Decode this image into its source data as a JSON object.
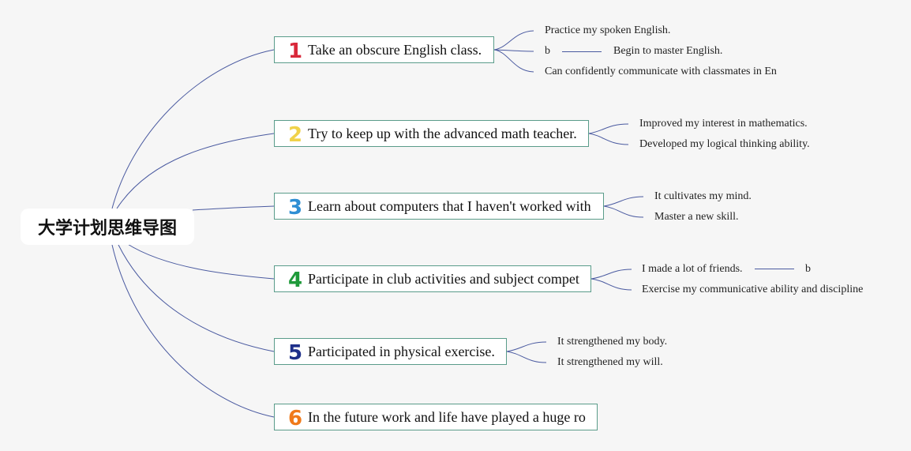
{
  "root": {
    "label": "大学计划思维导图"
  },
  "topics": [
    {
      "label": "Take an obscure English class.",
      "number": "1",
      "color": "#d9283a",
      "leaves": [
        "Practice my spoken English.",
        "b",
        "Begin to master English.",
        "Can confidently communicate with classmates in En"
      ]
    },
    {
      "label": "Try to keep up with the advanced math teacher.",
      "number": "2",
      "color": "#f0d24a",
      "leaves": [
        "Improved my interest in mathematics.",
        "Developed my logical thinking ability."
      ]
    },
    {
      "label": "Learn about computers that I haven't worked with",
      "number": "3",
      "color": "#2f8fd4",
      "leaves": [
        "It cultivates my mind.",
        "Master a new skill."
      ]
    },
    {
      "label": "Participate in club activities and subject compet",
      "number": "4",
      "color": "#1f9a3a",
      "leaves": [
        "I made a lot of friends.",
        "b",
        "Exercise my communicative ability and discipline"
      ]
    },
    {
      "label": "Participated in physical exercise.",
      "number": "5",
      "color": "#1e2f8a",
      "leaves": [
        "It strengthened my body.",
        "It strengthened my will."
      ]
    },
    {
      "label": "In the future work and life have played a huge ro",
      "number": "6",
      "color": "#f07a1a",
      "leaves": []
    }
  ]
}
